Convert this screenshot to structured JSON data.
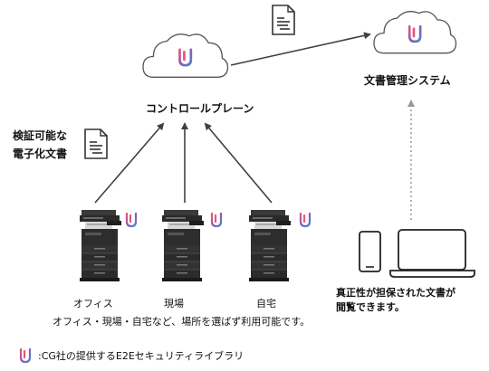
{
  "control_plane": {
    "label": "コントロールプレーン"
  },
  "doc_system": {
    "label": "文書管理システム"
  },
  "verifiable_doc": {
    "line1": "検証可能な",
    "line2": "電子化文書"
  },
  "locations": [
    {
      "label": "オフィス"
    },
    {
      "label": "現場"
    },
    {
      "label": "自宅"
    }
  ],
  "anywhere_caption": "オフィス・現場・自宅など、場所を選ばず利用可能です。",
  "viewer_caption": {
    "line1": "真正性が担保された文書が",
    "line2": "閲覧できます。"
  },
  "legend": {
    "text": ":CG社の提供するE2Eセキュリティライブラリ"
  },
  "colors": {
    "logo_pink": "#e8557a",
    "logo_blue": "#4a86c8",
    "logo_purple": "#8a5bb5",
    "arrow": "#404040",
    "dotted_arrow": "#999999"
  },
  "icons": [
    "cloud-icon",
    "document-icon",
    "multifunction-printer-icon",
    "smartphone-icon",
    "laptop-icon",
    "library-logo-icon"
  ]
}
